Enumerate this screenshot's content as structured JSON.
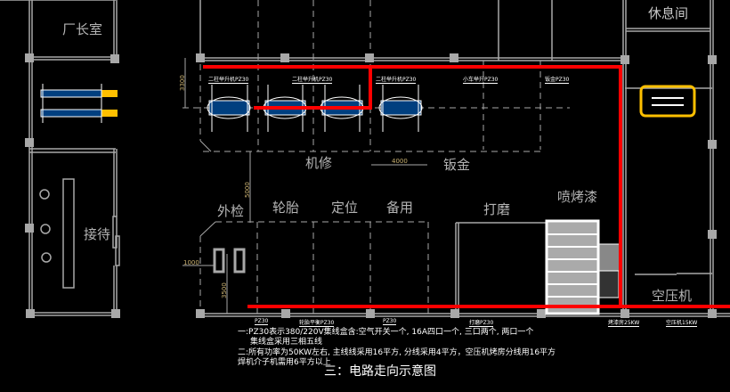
{
  "rooms": {
    "director": "厂长室",
    "reception": "接待",
    "rest": "休息间",
    "repair": "机修",
    "sheet_metal": "钣金",
    "inspection": "外检",
    "tire": "轮胎",
    "alignment": "定位",
    "spare": "备用",
    "grinding": "打磨",
    "paint_booth": "喷烤漆",
    "compressor": "空压机"
  },
  "dimensions": {
    "d4000": "4000",
    "d1000": "1000",
    "d5000": "5000",
    "d3500": "3500",
    "d3300": "3300"
  },
  "tags": {
    "t1": "二柱举升机PZ30",
    "t2": "二柱举升机PZ30",
    "t3": "二柱举升机PZ30",
    "t4": "小车举升PZ30",
    "t5": "钣金PZ30",
    "b1": "PZ30",
    "b2": "轮胎平衡PZ30",
    "b3": "PZ30",
    "b4": "打磨PZ30",
    "b5": "烤漆房25KW",
    "b6": "空压机15KW"
  },
  "notes": {
    "line1": "一:PZ30表示380/220V集线盒含:空气开关一个, 16A四口一个, 三口两个, 两口一个",
    "line2": "集线盒采用三相五线",
    "line3": "二:所有功率为50KW左右, 主线线采用16平方, 分线采用4平方，空压机烤房分线用16平方",
    "line4": "焊机介子机需用6平方以上"
  },
  "title": "三：电路走向示意图",
  "colors": {
    "wall": "#a8a8a8",
    "circuit": "#ff0000",
    "lift_blue": "#003f7f",
    "lift_yellow": "#ffc000"
  }
}
